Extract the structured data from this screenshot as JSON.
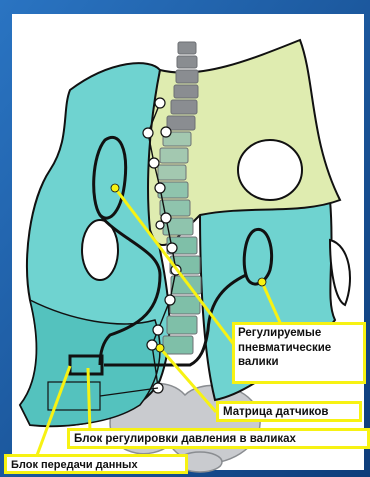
{
  "labels": {
    "rollers_line1": "Регулируемые",
    "rollers_line2": "пневматические",
    "rollers_line3": "валики",
    "sensor_matrix": "Матрица датчиков",
    "pressure_unit": "Блок регулировки давления в валиках",
    "data_unit": "Блок передачи данных"
  },
  "colors": {
    "frame_blue": "#1a5aa6",
    "corset_teal": "#6fd3d0",
    "corset_teal_dark": "#4bb8b4",
    "corset_light": "#dfecb0",
    "spine_gray": "#8a8d91",
    "callout_yellow": "#f7f213",
    "outline_black": "#111111"
  },
  "icons": [
    "spine-icon",
    "sensor-node-icon",
    "pneumatic-roller-icon",
    "control-box-icon",
    "data-box-icon",
    "pelvis-icon"
  ]
}
